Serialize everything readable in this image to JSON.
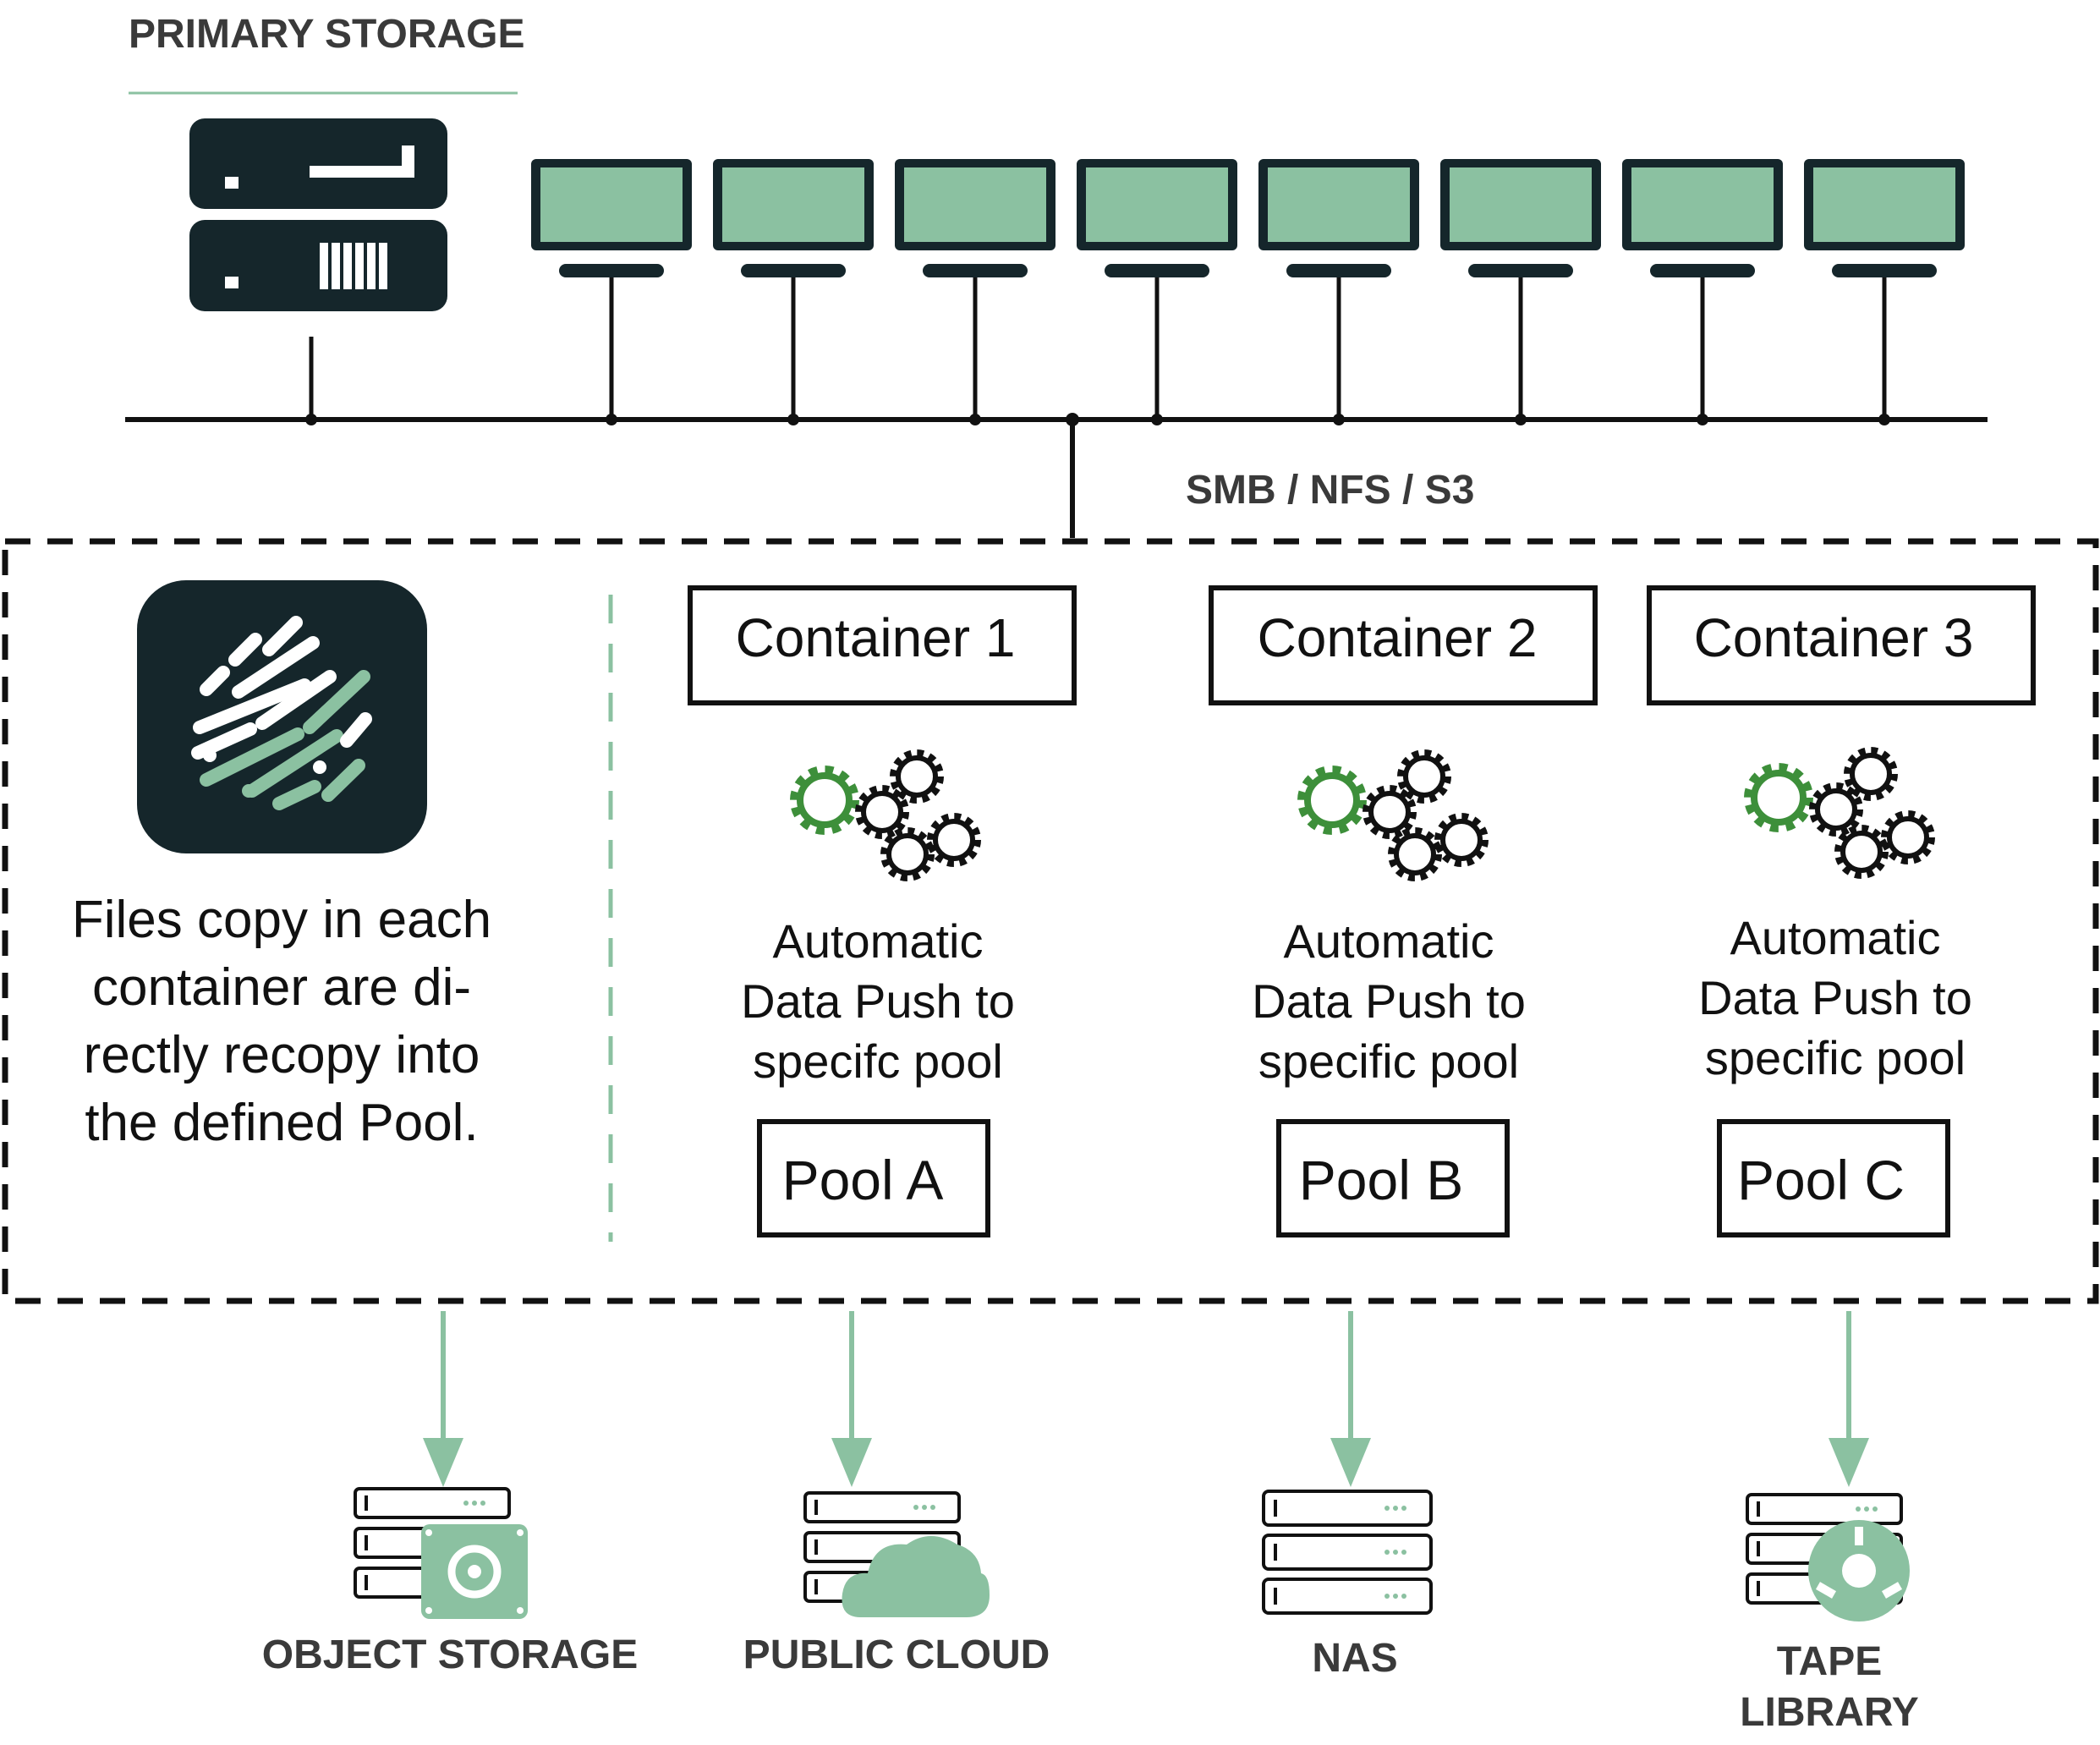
{
  "colors": {
    "dark": "#15262b",
    "accent": "#8bc1a1",
    "gear_green": "#3d8f3a",
    "line": "#111111",
    "label_gray": "#3a3a3a"
  },
  "header": {
    "title": "PRIMARY STORAGE"
  },
  "protocol_label": "SMB / NFS / S3",
  "description": {
    "lines": [
      "Files copy in each",
      "container are di-",
      "rectly recopy into",
      "the defined Pool."
    ]
  },
  "columns": [
    {
      "container": "Container 1",
      "caption": [
        "Automatic",
        "Data Push to",
        "specifc pool"
      ],
      "pool": "Pool A"
    },
    {
      "container": "Container 2",
      "caption": [
        "Automatic",
        "Data Push to",
        "specific pool"
      ],
      "pool": "Pool B"
    },
    {
      "container": "Container 3",
      "caption": [
        "Automatic",
        "Data Push to",
        "specific pool"
      ],
      "pool": "Pool C"
    }
  ],
  "destinations": [
    {
      "label": [
        "OBJECT STORAGE"
      ],
      "icon": "object-storage-icon"
    },
    {
      "label": [
        "PUBLIC CLOUD"
      ],
      "icon": "public-cloud-icon"
    },
    {
      "label": [
        "NAS"
      ],
      "icon": "nas-icon"
    },
    {
      "label": [
        "TAPE",
        "LIBRARY"
      ],
      "icon": "tape-library-icon"
    }
  ]
}
